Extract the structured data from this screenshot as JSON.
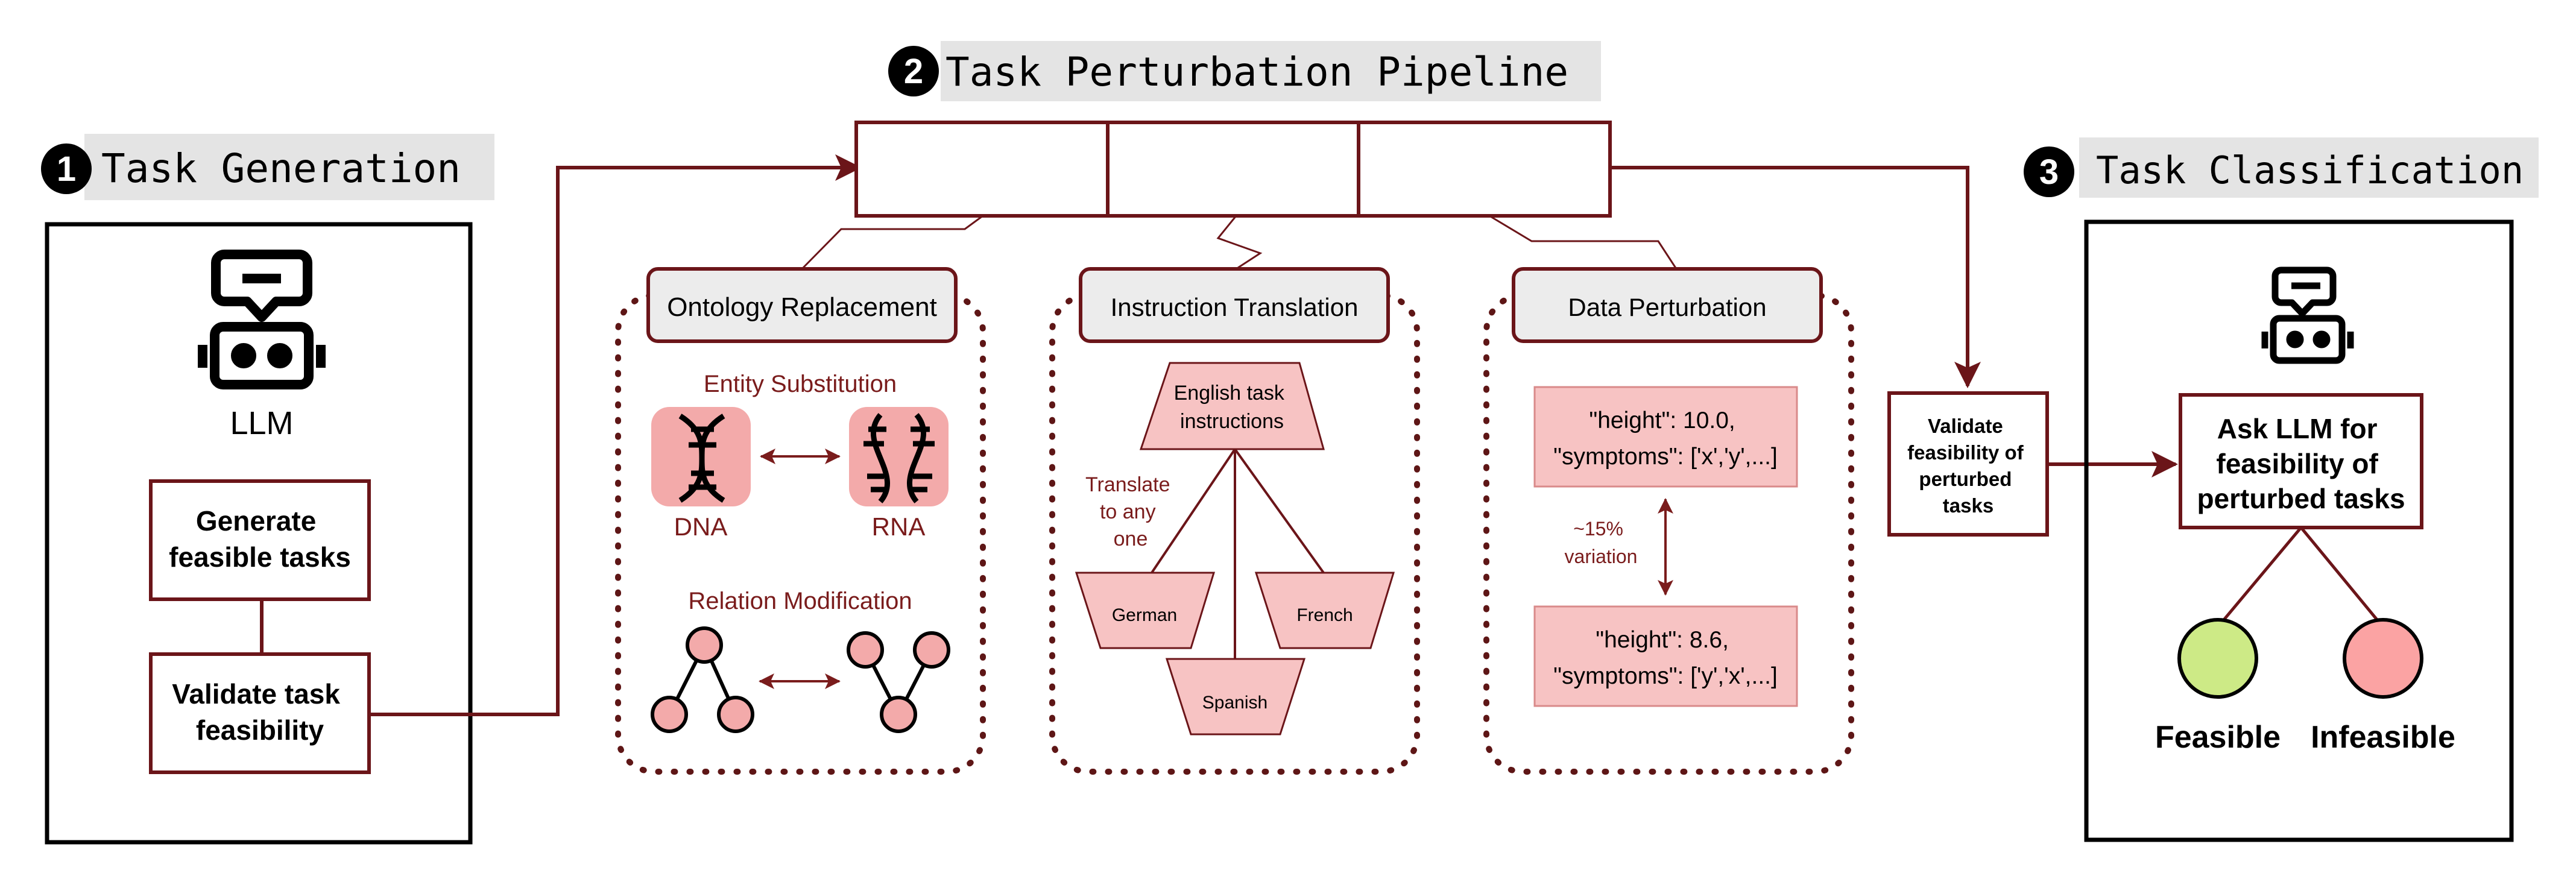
{
  "sections": {
    "generation": {
      "number": "1",
      "title": "Task Generation"
    },
    "perturbation": {
      "number": "2",
      "title": "Task Perturbation Pipeline"
    },
    "classification": {
      "number": "3",
      "title": "Task Classification"
    }
  },
  "generation": {
    "llm_label": "LLM",
    "generate_step": [
      "Generate",
      "feasible tasks"
    ],
    "validate_step": [
      "Validate task",
      "feasibility"
    ]
  },
  "ontology": {
    "title": "Ontology Replacement",
    "entity_title": "Entity Substitution",
    "left_entity": "DNA",
    "right_entity": "RNA",
    "relation_title": "Relation Modification"
  },
  "translation": {
    "title": "Instruction Translation",
    "source": [
      "English task",
      "instructions"
    ],
    "note": [
      "Translate",
      "to any",
      "one"
    ],
    "targets": [
      "German",
      "Spanish",
      "French"
    ]
  },
  "data_perturbation": {
    "title": "Data Perturbation",
    "before": [
      "\"height\": 10.0,",
      "\"symptoms\": ['x','y',...]"
    ],
    "variation": [
      "~15%",
      "variation"
    ],
    "after": [
      "\"height\": 8.6,",
      "\"symptoms\": ['y','x',...]"
    ]
  },
  "validate_perturbed": [
    "Validate",
    "feasibility of",
    "perturbed",
    "tasks"
  ],
  "classification": {
    "ask_llm": [
      "Ask LLM for",
      "feasibility of",
      "perturbed tasks"
    ],
    "feasible": "Feasible",
    "infeasible": "Infeasible"
  },
  "colors": {
    "arrow": "#6b1519",
    "box_border": "#6b1519",
    "pink_fill": "#f7c3c3",
    "pink_dark": "#e89999",
    "title_bg": "#e4e4e4",
    "feasible": "#cdea86",
    "infeasible": "#fba3a3",
    "dark_red_text": "#7a1c1c"
  }
}
